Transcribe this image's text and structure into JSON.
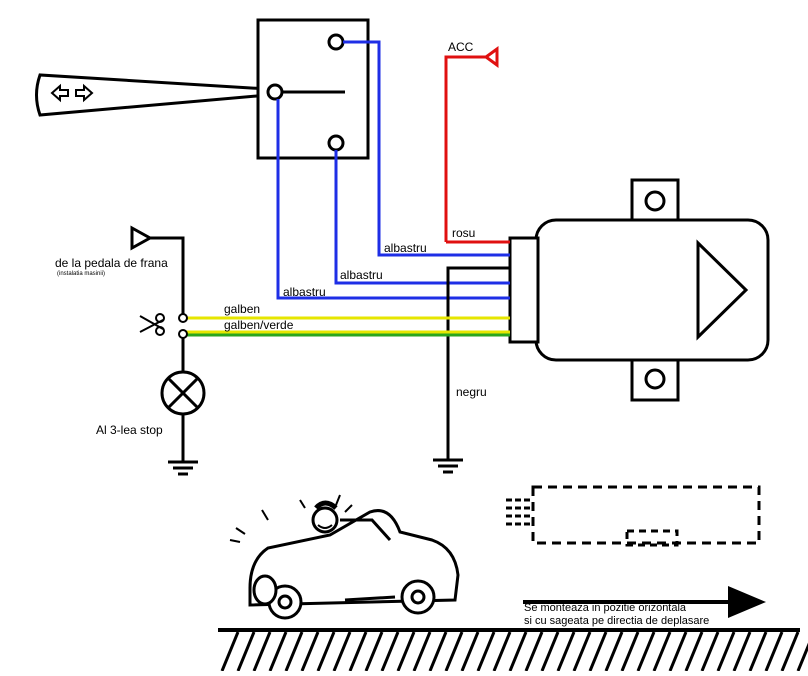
{
  "colors": {
    "blue": "#1e2ee6",
    "red": "#e01010",
    "yellow": "#e6e600",
    "green": "#2aa61e",
    "black": "#000000"
  },
  "labels": {
    "acc": "ACC",
    "rosu": "rosu",
    "albastru_1": "albastru",
    "albastru_2": "albastru",
    "albastru_3": "albastru",
    "galben": "galben",
    "galben_verde": "galben/verde",
    "negru": "negru",
    "brake_pedal": "de la pedala de frana",
    "brake_pedal_note": "(instalatia masinii)",
    "third_stop": "Al 3-lea stop",
    "mount_note_line1": "Se monteaza in pozitie orizontala",
    "mount_note_line2": "si cu sageata pe directia de deplasare"
  },
  "icons": {
    "stalk_arrows": "left-right-arrows-icon",
    "scissors": "scissors-icon",
    "lamp": "lamp-icon",
    "ground": "ground-icon",
    "car": "car-driver-illustration"
  }
}
